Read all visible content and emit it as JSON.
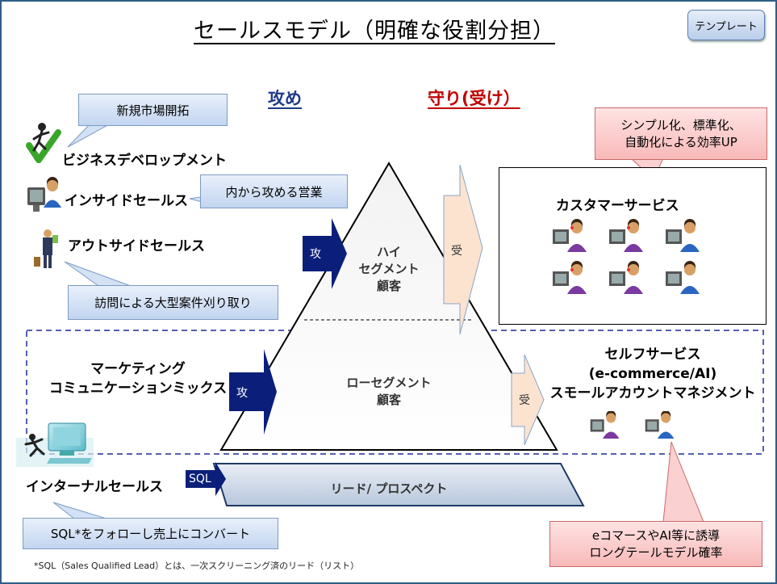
{
  "title": "セールスモデル（明確な役割分担）",
  "template_button": "テンプレート",
  "headers": {
    "attack": "攻め",
    "defend": "守り(受け）"
  },
  "left_roles": {
    "business_dev": "ビジネスデベロップメント",
    "inside_sales": "インサイドセールス",
    "outside_sales": "アウトサイドセールス",
    "marketing_line1": "マーケティング",
    "marketing_line2": "コミュニケーションミックス",
    "internal_sales": "インターナルセールス"
  },
  "callouts": {
    "new_market": "新規市場開拓",
    "inside_attack": "内から攻める営業",
    "visit": "訪問による大型案件刈り取り",
    "sql_follow": "SQL*をフォローし売上にコンバート",
    "simplify_line1": "シンプル化、標準化、",
    "simplify_line2": "自動化による効率UP",
    "ecommerce_line1": "eコマースやAI等に誘導",
    "ecommerce_line2": "ロングテールモデル確率"
  },
  "pyramid": {
    "high_line1": "ハイ",
    "high_line2": "セグメント",
    "high_line3": "顧客",
    "low_line1": "ローセグメント",
    "low_line2": "顧客",
    "lead_bar": "リード/ プロスペクト"
  },
  "arrows": {
    "attack": "攻",
    "receive": "受",
    "sql": "SQL"
  },
  "right": {
    "customer_service": "カスタマーサービス",
    "self_service_line1": "セルフサービス",
    "self_service_line2": "(e-commerce/AI)",
    "self_service_line3": "スモールアカウントマネジメント"
  },
  "footnote": "*SQL（Sales Qualified Lead）とは、一次スクリーニング済のリード（リスト）",
  "colors": {
    "attack_blue": "#1f3a8a",
    "defend_red": "#c00000",
    "dark_arrow": "#0b1f7a",
    "receive_arrow": "#fbe3d0",
    "dashed_border": "#1f2a9a"
  }
}
